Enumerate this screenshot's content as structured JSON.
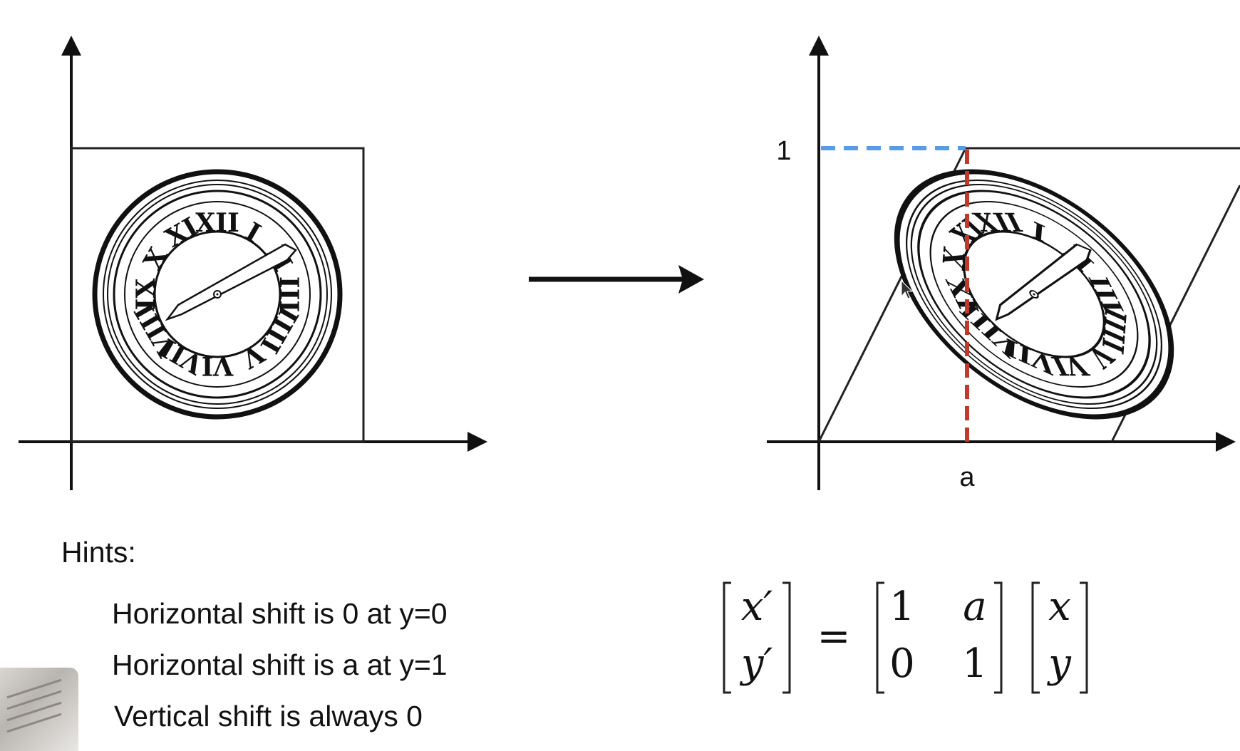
{
  "hints": {
    "title": "Hints:",
    "items": [
      "Horizontal shift is 0 at y=0",
      "Horizontal shift is a at y=1",
      "Vertical shift is always 0"
    ]
  },
  "right_axes": {
    "y_tick_label": "1",
    "x_tick_label": "a"
  },
  "equation": {
    "lhs": [
      "x′",
      "y′"
    ],
    "equals": "=",
    "matrix": [
      [
        "1",
        "a"
      ],
      [
        "0",
        "1"
      ]
    ],
    "rhs": [
      "x",
      "y"
    ]
  },
  "roman_numerals": [
    "XII",
    "I",
    "II",
    "III",
    "IIII",
    "V",
    "VI",
    "VII",
    "VIII",
    "IX",
    "X",
    "XI"
  ],
  "colors": {
    "ink": "#111111",
    "guide_blue": "#5a9be8",
    "guide_red": "#c0392b"
  },
  "icons": {
    "transform_arrow": "right-arrow-icon",
    "cursor": "mouse-pointer-icon",
    "webcam": "presenter-webcam-thumbnail"
  }
}
